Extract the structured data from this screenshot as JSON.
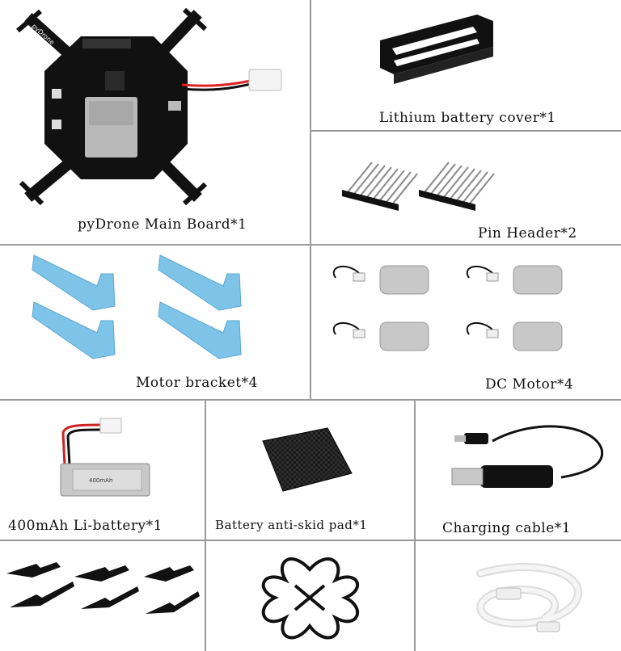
{
  "items": [
    {
      "label": "pyDrone Main Board*1",
      "board_text": "pyDrone"
    },
    {
      "label": "Lithium battery cover*1"
    },
    {
      "label": "Pin Header*2"
    },
    {
      "label": "Motor bracket*4"
    },
    {
      "label": "DC Motor*4"
    },
    {
      "label": "400mAh Li-battery*1",
      "battery_text": "400mAh"
    },
    {
      "label": "Battery anti-skid pad*1"
    },
    {
      "label": "Charging cable*1"
    },
    {
      "label": ""
    },
    {
      "label": ""
    },
    {
      "label": ""
    }
  ],
  "colors": {
    "divider": "#9a9a9a",
    "bracket": "#7ec4e8",
    "board": "#111111",
    "motor_body": "#c8c8c8",
    "cable_white": "#f2f2f2"
  }
}
